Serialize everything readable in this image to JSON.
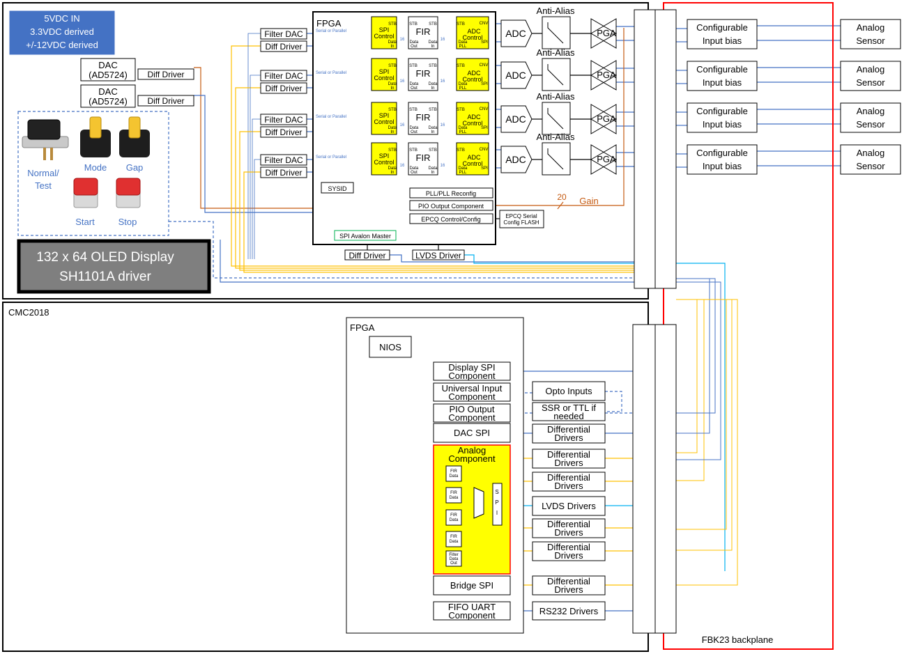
{
  "power": {
    "line1": "5VDC IN",
    "line2": "3.3VDC derived",
    "line3": "+/-12VDC derived"
  },
  "dac_chips": [
    {
      "title": "DAC",
      "part": "(AD5724)",
      "driver": "Diff Driver"
    },
    {
      "title": "DAC",
      "part": "(AD5724)",
      "driver": "Diff Driver"
    }
  ],
  "controls": {
    "normal_test": [
      "Normal/",
      "Test"
    ],
    "mode": "Mode",
    "gap": "Gap",
    "start": "Start",
    "stop": "Stop"
  },
  "oled": {
    "line1": "132 x 64 OLED Display",
    "line2": "SH1101A driver"
  },
  "top_fpga": {
    "title": "FPGA",
    "serial_or_parallel": "Serial or Parallel",
    "bus_width": "16",
    "spi_control": [
      "SPI",
      "Control"
    ],
    "fir": "FIR",
    "adc_control": [
      "ADC",
      "Control"
    ],
    "pin_stb": "STB",
    "pin_data": "Data",
    "pin_in": "In",
    "pin_out": "Out",
    "pin_cnv": "CNV",
    "pin_pll": "PLL",
    "pin_spi": "SPI",
    "sysid": "SYSID",
    "pll_reconfig": "PLL/PLL Reconfig",
    "pio_output": "PIO Output Component",
    "epcq": "EPCQ Control/Config",
    "spi_avalon": "SPI Avalon Master",
    "filter_dac": "Filter DAC",
    "diff_driver": "Diff Driver"
  },
  "epcq_flash": [
    "EPCQ Serial",
    "Config FLASH"
  ],
  "bottom_drivers": {
    "diff": "Diff Driver",
    "lvds": "LVDS Driver"
  },
  "adc": "ADC",
  "anti_alias": "Anti-Alias",
  "pga": "PGA",
  "config_bias": [
    "Configurable",
    "Input bias"
  ],
  "analog_sensor": [
    "Analog",
    "Sensor"
  ],
  "gain": {
    "width": "20",
    "label": "Gain"
  },
  "cmc": {
    "title": "CMC2018",
    "fpga": "FPGA",
    "nios": "NIOS",
    "components": [
      [
        "Display SPI",
        "Component"
      ],
      [
        "Universal Input",
        "Component"
      ],
      [
        "PIO Output",
        "Component"
      ],
      [
        "DAC SPI"
      ],
      [
        "Analog",
        "Component"
      ],
      [
        "Bridge SPI"
      ],
      [
        "FIFO UART",
        "Component"
      ]
    ],
    "fir_data": [
      "FIR",
      "Data"
    ],
    "filter_data_out": [
      "Filter",
      "Data",
      "Out"
    ],
    "spi_vertical": [
      "S",
      "P",
      "I"
    ],
    "drivers": [
      [
        "Opto Inputs"
      ],
      [
        "SSR or TTL if",
        "needed"
      ],
      [
        "Differential",
        "Drivers"
      ],
      [
        "Differential",
        "Drivers"
      ],
      [
        "Differential",
        "Drivers"
      ],
      [
        "LVDS Drivers"
      ],
      [
        "Differential",
        "Drivers"
      ],
      [
        "Differential",
        "Drivers"
      ],
      [
        "Differential",
        "Drivers"
      ],
      [
        "RS232 Drivers"
      ]
    ]
  },
  "backplane": "FBK23 backplane",
  "colors": {
    "blue": "#4472c4",
    "orange": "#ffc000",
    "brown": "#c55a11",
    "green": "#00b050",
    "cyan": "#00b0f0",
    "yellow": "#ffff00",
    "purple": "#7030a0",
    "red": "#ff0000",
    "grey": "#595959"
  }
}
